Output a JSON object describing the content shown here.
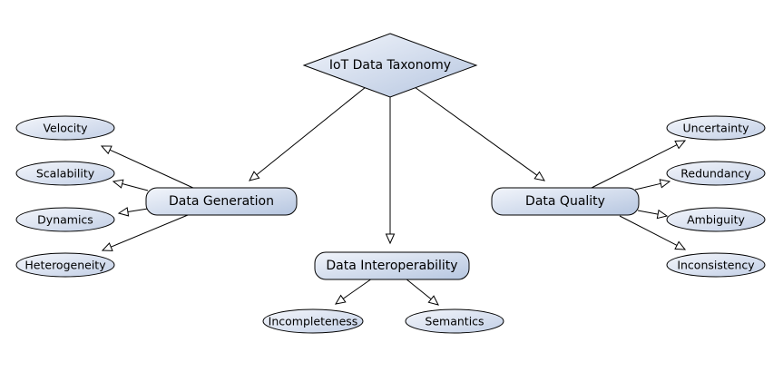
{
  "colors": {
    "fill_light": "#f2f5fb",
    "fill_dark": "#b6c6e0",
    "stroke": "#000000",
    "arrow_fill": "#ffffff"
  },
  "root": {
    "label": "IoT Data Taxonomy"
  },
  "categories": {
    "generation": {
      "label": "Data Generation"
    },
    "interoperability": {
      "label": "Data Interoperability"
    },
    "quality": {
      "label": "Data Quality"
    }
  },
  "leaves": {
    "velocity": "Velocity",
    "scalability": "Scalability",
    "dynamics": "Dynamics",
    "heterogeneity": "Heterogeneity",
    "incompleteness": "Incompleteness",
    "semantics": "Semantics",
    "uncertainty": "Uncertainty",
    "redundancy": "Redundancy",
    "ambiguity": "Ambiguity",
    "inconsistency": "Inconsistency"
  }
}
